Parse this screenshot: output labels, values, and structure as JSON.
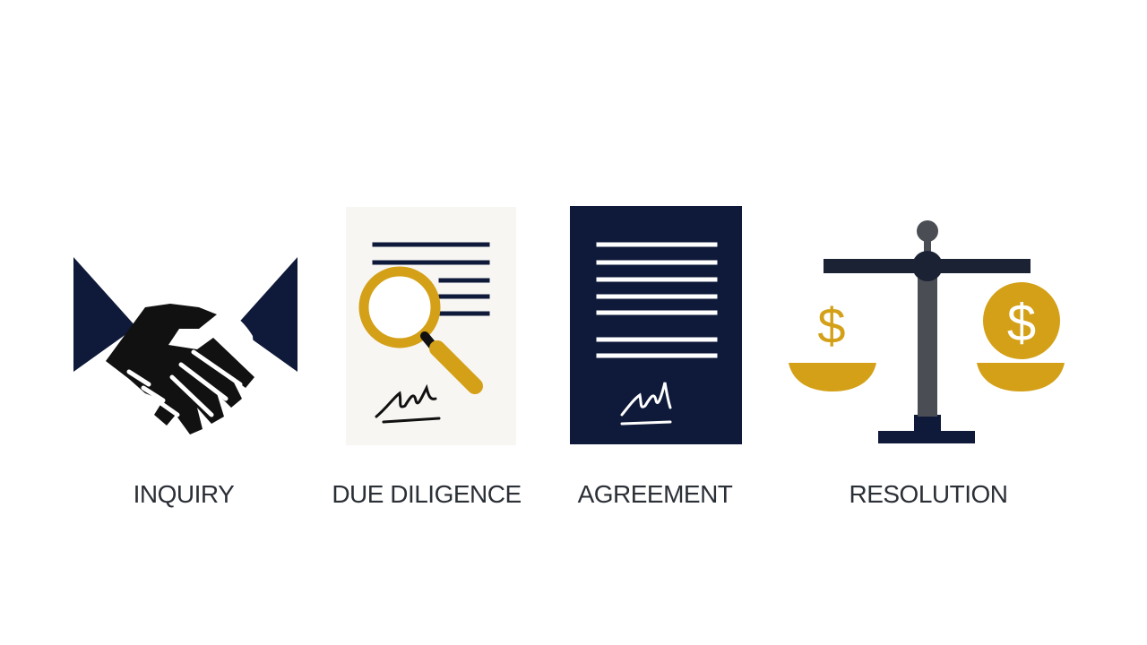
{
  "colors": {
    "navy": "#0f1a3a",
    "gold": "#d4a017",
    "ink": "#111111",
    "paper": "#f7f6f3",
    "gray": "#4a4d54",
    "label": "#2b2f36"
  },
  "steps": [
    {
      "label": "INQUIRY",
      "icon": "handshake-icon"
    },
    {
      "label": "DUE DILIGENCE",
      "icon": "document-magnifier-icon"
    },
    {
      "label": "AGREEMENT",
      "icon": "signed-contract-icon"
    },
    {
      "label": "RESOLUTION",
      "icon": "balance-scale-icon"
    }
  ]
}
